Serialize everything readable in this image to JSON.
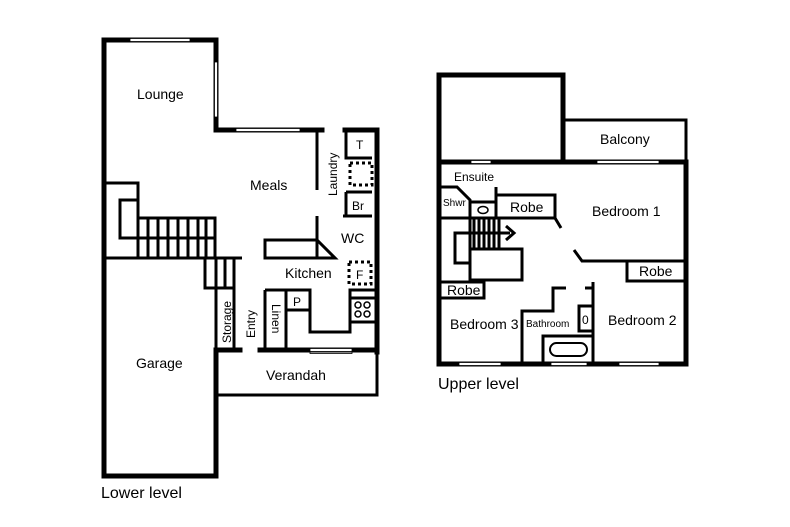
{
  "lower_level": {
    "caption": "Lower level",
    "rooms": {
      "lounge": "Lounge",
      "meals": "Meals",
      "laundry": "Laundry",
      "wc": "WC",
      "kitchen": "Kitchen",
      "garage": "Garage",
      "storage": "Storage",
      "entry": "Entry",
      "linen": "Linen",
      "verandah": "Verandah"
    },
    "fixtures": {
      "tub": "T",
      "broom": "Br",
      "fridge": "F",
      "pantry": "P"
    }
  },
  "upper_level": {
    "caption": "Upper level",
    "rooms": {
      "balcony": "Balcony",
      "ensuite": "Ensuite",
      "shower": "Shwr",
      "robe_ensuite": "Robe",
      "bedroom1": "Bedroom 1",
      "robe_bed1": "Robe",
      "robe_bed3": "Robe",
      "bedroom3": "Bedroom 3",
      "bathroom": "Bathroom",
      "bedroom2": "Bedroom 2"
    },
    "fixtures": {
      "toilet": "0"
    }
  }
}
